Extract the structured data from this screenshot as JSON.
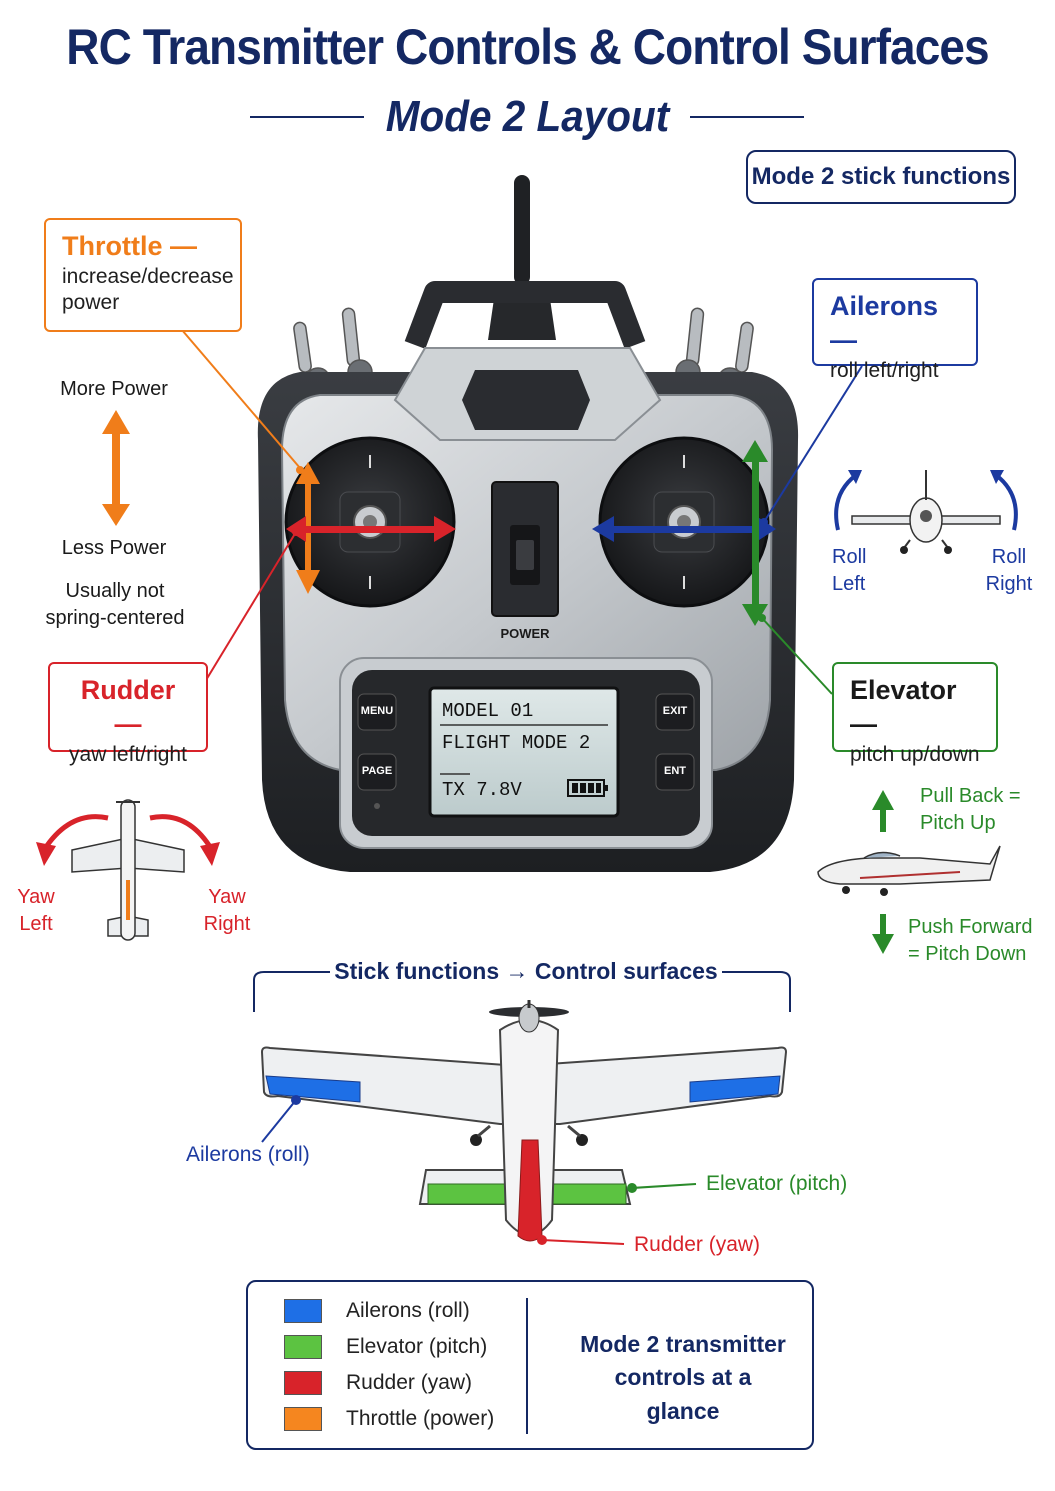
{
  "header": {
    "title": "RC Transmitter Controls & Control Surfaces",
    "subtitle": "Mode 2 Layout"
  },
  "mode_pill": "Mode 2 stick functions",
  "callouts": {
    "throttle": {
      "title": "Throttle —",
      "desc": "increase/decrease power",
      "color": "#f07d1a"
    },
    "ailerons": {
      "title": "Ailerons —",
      "desc": "roll left/right",
      "color": "#1c3aa0"
    },
    "rudder": {
      "title": "Rudder —",
      "desc": "yaw left/right",
      "color": "#d8232a"
    },
    "elevator": {
      "title": "Elevator —",
      "desc": "pitch up/down",
      "color": "#2a8a2a"
    }
  },
  "throttle_notes": {
    "more": "More Power",
    "less": "Less Power",
    "spring": "Usually not spring-centered"
  },
  "roll_labels": {
    "left": "Roll Left",
    "right": "Roll Right"
  },
  "yaw_labels": {
    "left": "Yaw Left",
    "right": "Yaw Right"
  },
  "pitch_labels": {
    "up": "Pull Back = Pitch Up",
    "down": "Push Forward = Pitch Down"
  },
  "transmitter": {
    "power_label": "POWER",
    "buttons": {
      "menu": "MENU",
      "page": "PAGE",
      "exit": "EXIT",
      "ent": "ENT"
    },
    "screen": {
      "line1": "MODEL 01",
      "line2": "FLIGHT MODE 2",
      "line3": "TX 7.8V"
    }
  },
  "surfaces_section": {
    "heading": "Stick functions → Control surfaces",
    "ailerons_label": "Ailerons (roll)",
    "elevator_label": "Elevator (pitch)",
    "rudder_label": "Rudder (yaw)"
  },
  "legend": {
    "items": [
      {
        "label": "Ailerons (roll)",
        "color": "#1e6fe6"
      },
      {
        "label": "Elevator (pitch)",
        "color": "#5cc341"
      },
      {
        "label": "Rudder (yaw)",
        "color": "#d8232a"
      },
      {
        "label": "Throttle (power)",
        "color": "#f5861f"
      }
    ],
    "summary": "Mode 2 transmitter controls at a glance"
  },
  "colors": {
    "navy": "#142863",
    "orange": "#f07d1a",
    "blue": "#1c3aa0",
    "red": "#d8232a",
    "green": "#2a8a2a"
  }
}
